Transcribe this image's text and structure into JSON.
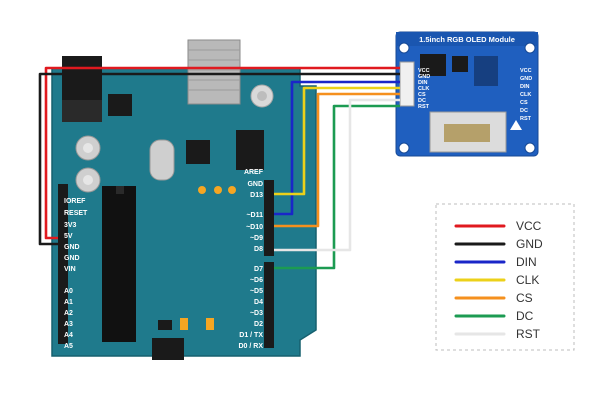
{
  "module": {
    "title": "1.5inch RGB OLED Module",
    "pins": [
      "VCC",
      "GND",
      "DIN",
      "CLK",
      "CS",
      "DC",
      "RST"
    ]
  },
  "arduino": {
    "right_header_top": [
      "AREF",
      "GND",
      "D13",
      "~D11",
      "~D10",
      "~D9",
      "D8"
    ],
    "right_header_bottom": [
      "D7",
      "~D6",
      "~D5",
      "D4",
      "~D3",
      "D2",
      "D1 / TX",
      "D0 / RX"
    ],
    "power_header": [
      "IOREF",
      "RESET",
      "3V3",
      "5V",
      "GND",
      "GND",
      "VIN"
    ],
    "analog_header": [
      "A0",
      "A1",
      "A2",
      "A3",
      "A4",
      "A5"
    ]
  },
  "wires": [
    {
      "signal": "VCC",
      "color": "#e0191f",
      "arduino_pin": "5V"
    },
    {
      "signal": "GND",
      "color": "#1a1a1a",
      "arduino_pin": "GND"
    },
    {
      "signal": "DIN",
      "color": "#1a26c8",
      "arduino_pin": "~D11"
    },
    {
      "signal": "CLK",
      "color": "#ecd11a",
      "arduino_pin": "D13"
    },
    {
      "signal": "CS",
      "color": "#f5901e",
      "arduino_pin": "~D10"
    },
    {
      "signal": "DC",
      "color": "#1c9b52",
      "arduino_pin": "D7"
    },
    {
      "signal": "RST",
      "color": "#e6e6e6",
      "arduino_pin": "D8"
    }
  ],
  "legend": {
    "items": [
      {
        "label": "VCC",
        "color": "#e0191f"
      },
      {
        "label": "GND",
        "color": "#1a1a1a"
      },
      {
        "label": "DIN",
        "color": "#1a26c8"
      },
      {
        "label": "CLK",
        "color": "#ecd11a"
      },
      {
        "label": "CS",
        "color": "#f5901e"
      },
      {
        "label": "DC",
        "color": "#1c9b52"
      },
      {
        "label": "RST",
        "color": "#e6e6e6"
      }
    ]
  },
  "colors": {
    "board": "#1f7a8c",
    "module_pcb": "#1f5fbf"
  }
}
